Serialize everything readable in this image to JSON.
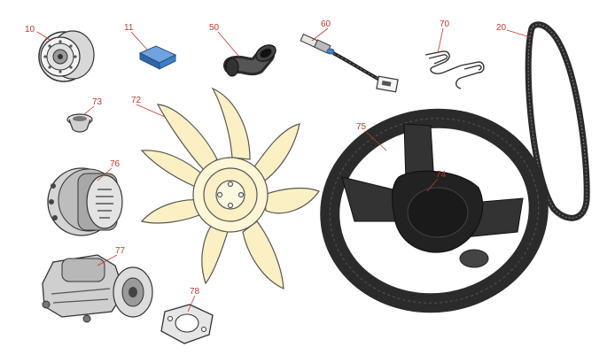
{
  "diagram": {
    "parts": [
      {
        "id": "oil-filter",
        "label": "10"
      },
      {
        "id": "blue-block",
        "label": "11"
      },
      {
        "id": "hose-elbow",
        "label": "50"
      },
      {
        "id": "sensor-cable",
        "label": "60"
      },
      {
        "id": "wire-clip",
        "label": "70"
      },
      {
        "id": "drive-belt",
        "label": "20"
      },
      {
        "id": "rubber-cap",
        "label": "73"
      },
      {
        "id": "cooling-fan",
        "label": "72"
      },
      {
        "id": "steering-wheel-outer",
        "label": "75"
      },
      {
        "id": "steering-wheel-center",
        "label": "74"
      },
      {
        "id": "alternator",
        "label": "76"
      },
      {
        "id": "starter-motor",
        "label": "77"
      },
      {
        "id": "gasket",
        "label": "78"
      }
    ]
  },
  "colors": {
    "callout": "#c0392b",
    "fan_fill": "#fbf0c4",
    "blue_part": "#3f7fc8",
    "outline": "#333333",
    "dark_rubber": "#3a3a3a",
    "wheel_center": "#222222"
  }
}
